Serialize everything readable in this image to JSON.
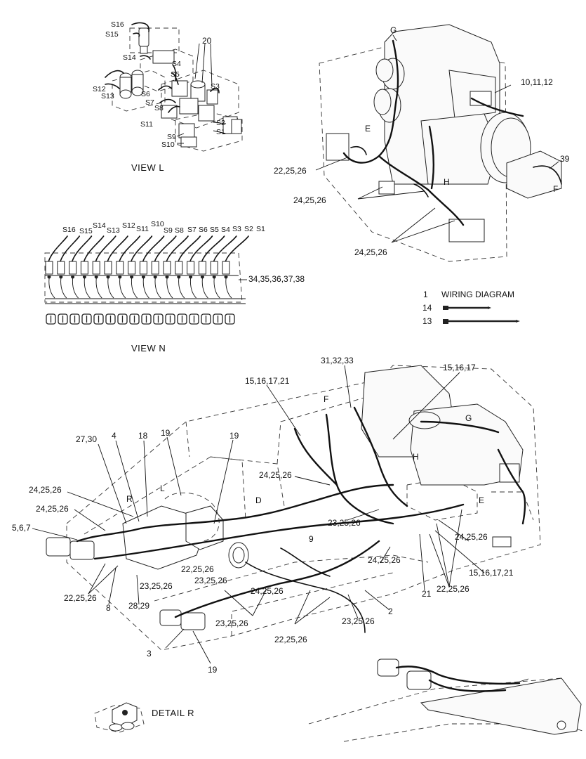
{
  "views": {
    "view_l": "VIEW  L",
    "view_n": "VIEW  N",
    "detail_r": "DETAIL  R"
  },
  "legend": [
    {
      "num": "1",
      "text": "WIRING DIAGRAM"
    },
    {
      "num": "14",
      "text": ""
    },
    {
      "num": "13",
      "text": ""
    }
  ],
  "view_l_labels": [
    "S16",
    "S15",
    "S14",
    "S12",
    "S13",
    "S4",
    "S5",
    "S6",
    "S7",
    "S8",
    "S3",
    "S11",
    "S2",
    "S1",
    "S9",
    "S10",
    "20"
  ],
  "view_n_labels": [
    "S16",
    "S15",
    "S14",
    "S13",
    "S12",
    "S11",
    "S10",
    "S9",
    "S8",
    "S7",
    "S6",
    "S5",
    "S4",
    "S3",
    "S2",
    "S1",
    "34,35,36,37,38"
  ],
  "engine_labels": [
    "G",
    "10,11,12",
    "E",
    "22,25,26",
    "39",
    "H",
    "F",
    "24,25,26",
    "24,25,26"
  ],
  "main_labels": [
    "31,32,33",
    "15,16,17",
    "15,16,17,21",
    "F",
    "G",
    "27,30",
    "4",
    "18",
    "19",
    "19",
    "H",
    "L",
    "24,25,26",
    "24,25,26",
    "R",
    "24,25,26",
    "D",
    "E",
    "5,6,7",
    "23,25,26",
    "9",
    "24,25,26",
    "22,25,26",
    "15,16,17,21",
    "23,25,26",
    "23,25,26",
    "24,25,26",
    "21",
    "22,25,26",
    "22,25,26",
    "8",
    "28,29",
    "23,25,26",
    "2",
    "23,25,26",
    "24,25,26",
    "22,25,26",
    "19",
    "3"
  ]
}
